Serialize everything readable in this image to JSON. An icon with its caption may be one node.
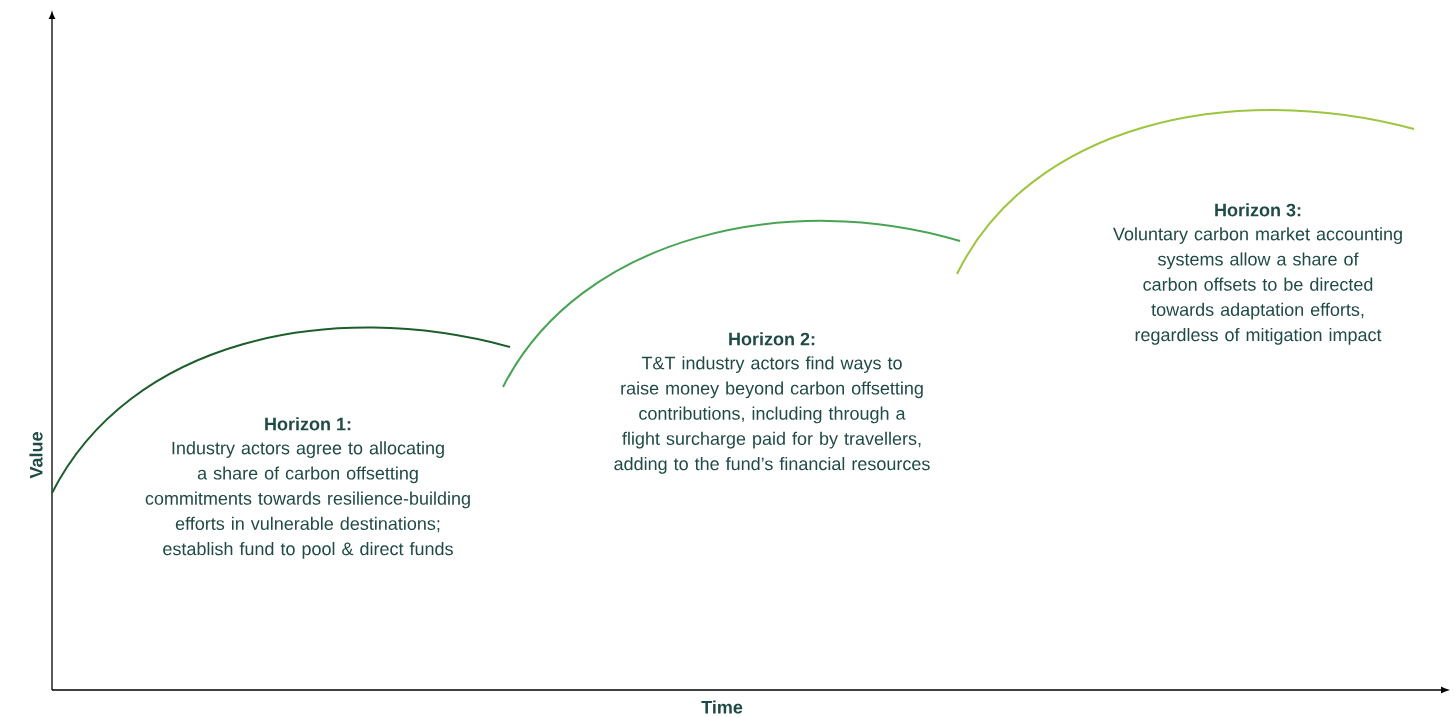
{
  "diagram": {
    "labels": [
      "Horizon 1:",
      "Industry actors agree to allocating a share of carbon offsetting commitments towards resilience-building efforts in vulnerable destinations; establish fund to pool & direct funds",
      "Horizon 2:",
      "T&T industry actors find ways to raise money beyond carbon offsetting contributions, including through a flight surcharge paid for by travellers, adding to the fund’s financial resources",
      "Horizon 3:",
      "Voluntary carbon market accounting systems allow a share of carbon offsets to be directed towards adaptation efforts, regardless of mitigation impact",
      "Value",
      "Time"
    ]
  }
}
